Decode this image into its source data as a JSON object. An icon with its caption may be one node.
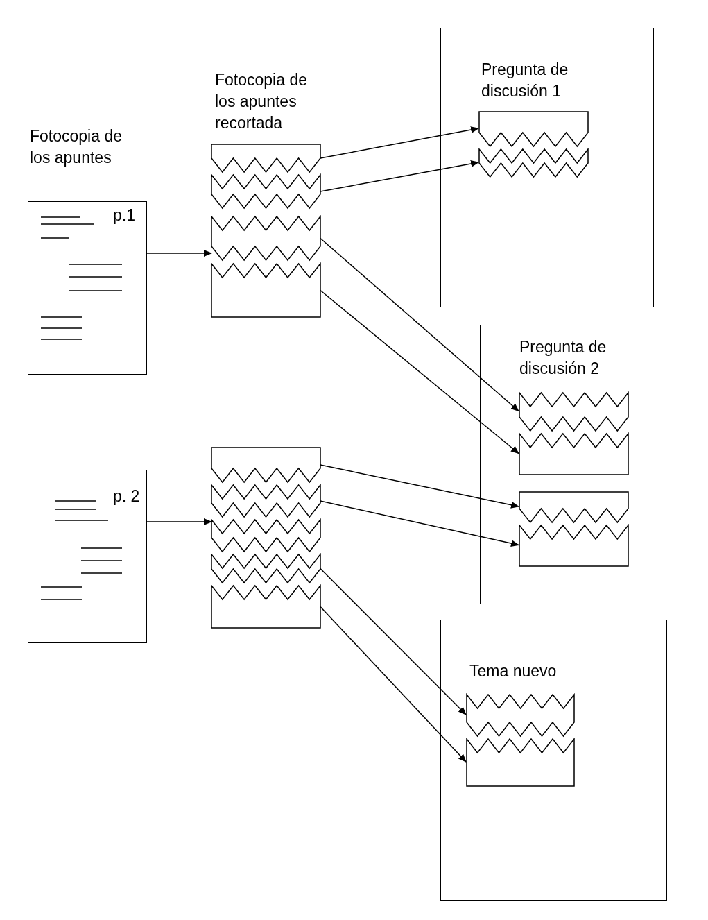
{
  "diagram": {
    "nodes": [
      {
        "text": [
          "Fotocopia de los apuntes",
          "p.1"
        ]
      },
      {
        "text": [
          "Fotocopia de los apuntes recortada"
        ]
      },
      {
        "text": [],
        "shape": "strip",
        "in": 1
      },
      {
        "text": [],
        "shape": "strip",
        "in": 1
      },
      {
        "text": [],
        "shape": "strip",
        "in": 1
      },
      {
        "text": [],
        "shape": "strip",
        "in": 1
      },
      {
        "text": [
          "Pregunta de discusión 1"
        ]
      },
      {
        "text": [],
        "shape": "strip",
        "in": 6
      },
      {
        "text": [],
        "shape": "strip",
        "in": 6
      },
      {
        "text": [
          "p. 2"
        ]
      },
      {
        "text": [],
        "shape": "stack"
      },
      {
        "text": [],
        "shape": "strip",
        "in": 10
      },
      {
        "text": [],
        "shape": "strip",
        "in": 10
      },
      {
        "text": [],
        "shape": "strip",
        "in": 10
      },
      {
        "text": [],
        "shape": "strip",
        "in": 10
      },
      {
        "text": [],
        "shape": "strip",
        "in": 10
      },
      {
        "text": [
          "Pregunta de discusión 2"
        ]
      },
      {
        "text": [],
        "shape": "strip",
        "in": 16
      },
      {
        "text": [],
        "shape": "strip",
        "in": 16
      },
      {
        "text": [],
        "shape": "strip",
        "in": 16
      },
      {
        "text": [],
        "shape": "strip",
        "in": 16
      },
      {
        "text": [
          "Tema nuevo"
        ]
      },
      {
        "text": [],
        "shape": "strip",
        "in": 21
      },
      {
        "text": [],
        "shape": "strip",
        "in": 21
      }
    ],
    "edges": [
      {
        "from": 0,
        "to": 1,
        "arrow": "to"
      },
      {
        "from": 2,
        "to": 7,
        "arrow": "to"
      },
      {
        "from": 3,
        "to": 8,
        "arrow": "to"
      },
      {
        "from": 4,
        "to": 17,
        "arrow": "to"
      },
      {
        "from": 5,
        "to": 18,
        "arrow": "to"
      },
      {
        "from": 9,
        "to": 10,
        "arrow": "to"
      },
      {
        "from": 11,
        "to": 19,
        "arrow": "to"
      },
      {
        "from": 12,
        "to": 20,
        "arrow": "to"
      },
      {
        "from": 14,
        "to": 22,
        "arrow": "to"
      },
      {
        "from": 15,
        "to": 23,
        "arrow": "to"
      }
    ]
  }
}
